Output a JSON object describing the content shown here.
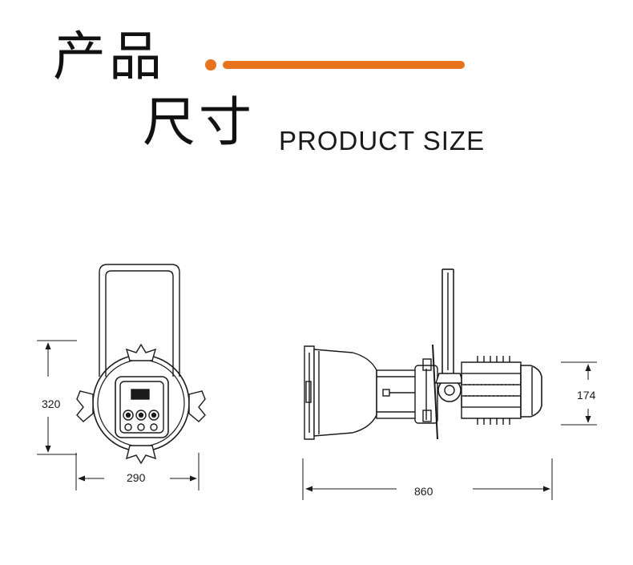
{
  "header": {
    "title_cn_line1": "产品",
    "title_cn_line2": "尺寸",
    "title_en": "PRODUCT SIZE",
    "accent_color": "#E8731C"
  },
  "drawing": {
    "front_view": {
      "height_label": "320",
      "width_label": "290"
    },
    "side_view": {
      "length_label": "860",
      "head_height_label": "174"
    }
  }
}
